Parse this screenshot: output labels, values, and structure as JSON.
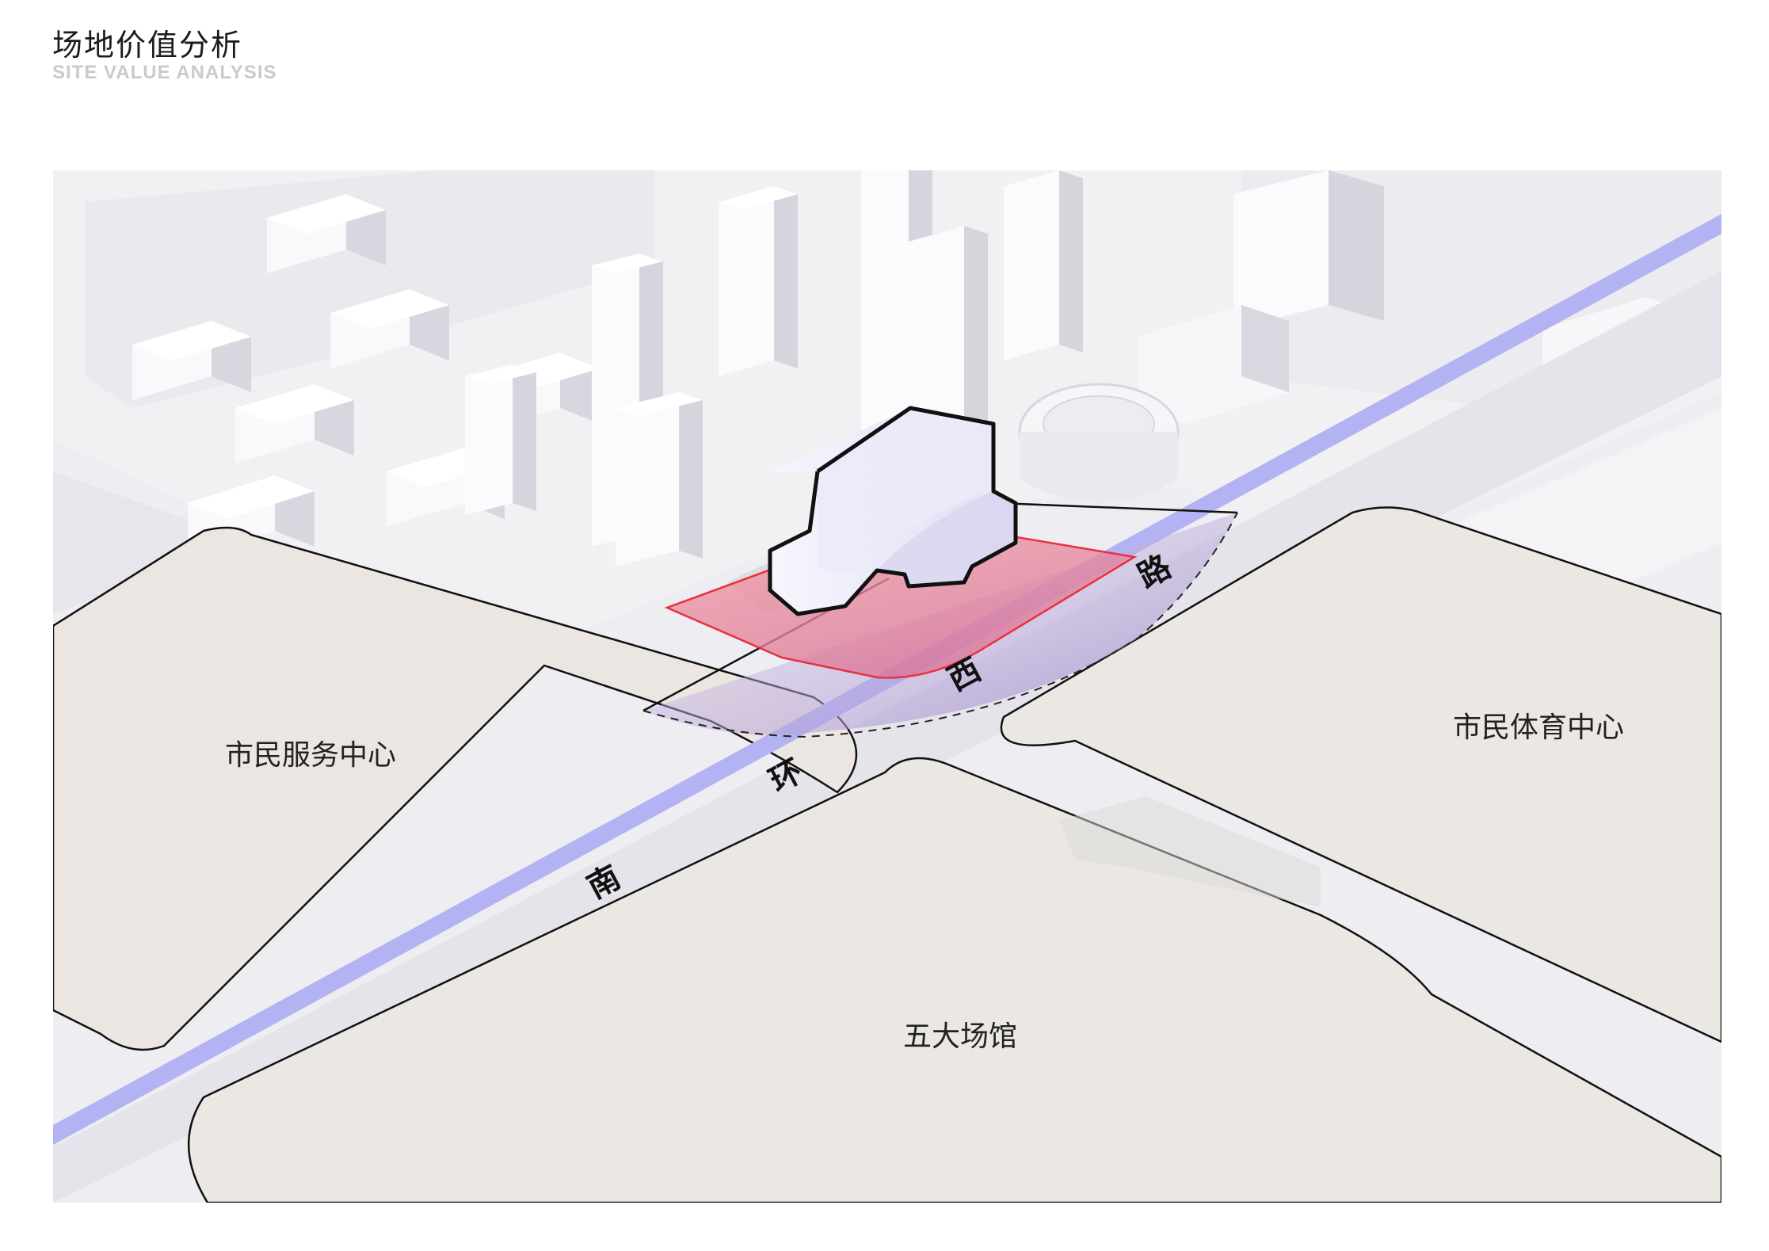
{
  "header": {
    "title_zh": "场地价值分析",
    "title_en": "SITE VALUE ANALYSIS"
  },
  "zones": {
    "civic_service": "市民服务中心",
    "civic_sports": "市民体育中心",
    "five_venues": "五大场馆"
  },
  "road": {
    "chars": [
      "南",
      "环",
      "西",
      "路"
    ]
  },
  "colors": {
    "zone_fill": "#ece6e2",
    "road_accent": "#b3b2f2",
    "site_red": "#e8313f",
    "building_fill": "#f1f0fb",
    "map_bg": "#eeeef2"
  }
}
